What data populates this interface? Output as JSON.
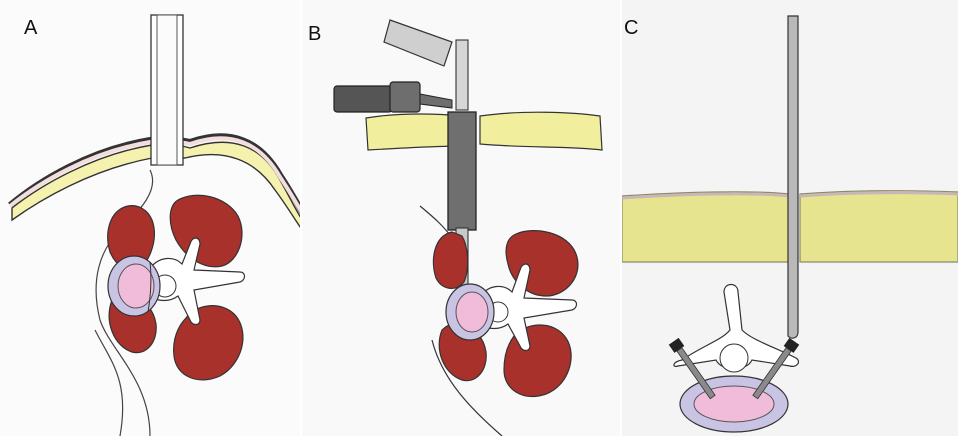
{
  "panels": [
    {
      "label": "A"
    },
    {
      "label": "B"
    },
    {
      "label": "C"
    }
  ],
  "colors": {
    "fat": "#f5f2b0",
    "fat_c": "#e6e48f",
    "skin": "#f3dede",
    "muscle": "#a8312b",
    "disc": "#f1bcd9",
    "annulus": "#c9c3e4",
    "bone": "#ffffff",
    "instrument": "#6f6f6f",
    "instrument_light": "#c9c9c9",
    "outline": "#333333"
  }
}
